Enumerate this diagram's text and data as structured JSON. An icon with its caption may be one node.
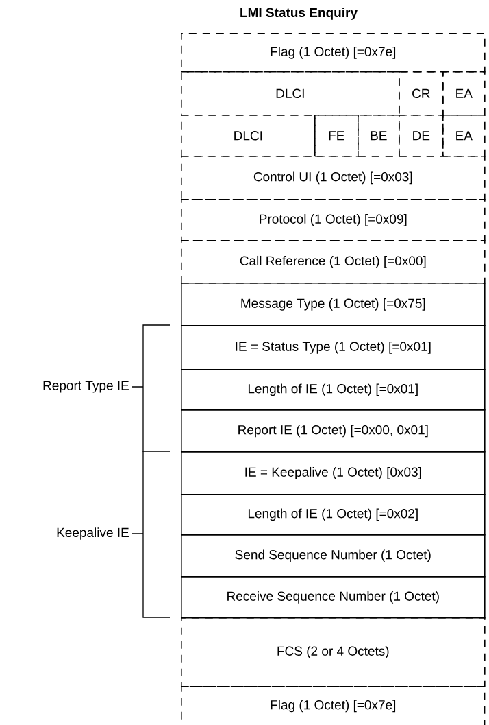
{
  "diagram": {
    "title": "LMI Status Enquiry",
    "nodes": [
      {
        "text": [
          "Flag (1 Octet) [=0x7e]"
        ]
      },
      {
        "text": [
          "DLCI"
        ]
      },
      {
        "text": [
          "CR"
        ]
      },
      {
        "text": [
          "EA"
        ]
      },
      {
        "text": [
          "DLCI"
        ]
      },
      {
        "text": [
          "FE"
        ]
      },
      {
        "text": [
          "BE"
        ]
      },
      {
        "text": [
          "DE"
        ]
      },
      {
        "text": [
          "EA"
        ]
      },
      {
        "text": [
          "Control UI (1 Octet) [=0x03]"
        ]
      },
      {
        "text": [
          "Protocol (1 Octet) [=0x09]"
        ]
      },
      {
        "text": [
          "Call Reference (1 Octet) [=0x00]"
        ]
      },
      {
        "text": [
          "Message Type (1 Octet) [=0x75]"
        ]
      },
      {
        "text": [
          "IE = Status Type (1 Octet) [=0x01]"
        ]
      },
      {
        "text": [
          "Length of IE (1 Octet) [=0x01]"
        ]
      },
      {
        "text": [
          "Report IE (1 Octet) [=0x00, 0x01]"
        ]
      },
      {
        "text": [
          "IE = Keepalive (1 Octet) [0x03]"
        ]
      },
      {
        "text": [
          "Length of IE (1 Octet) [=0x02]"
        ]
      },
      {
        "text": [
          "Send Sequence Number (1 Octet)"
        ]
      },
      {
        "text": [
          "Receive Sequence Number (1 Octet)"
        ]
      },
      {
        "text": [
          "FCS (2 or 4 Octets)"
        ]
      },
      {
        "text": [
          "Flag (1 Octet) [=0x7e]"
        ]
      }
    ],
    "labels": [
      "Report Type IE",
      "Keepalive IE"
    ]
  }
}
